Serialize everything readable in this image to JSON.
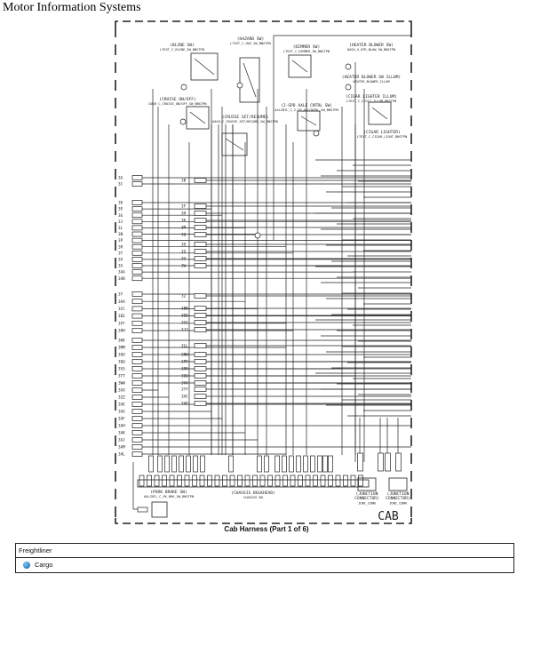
{
  "header": {
    "title": "Motor Information Systems"
  },
  "diagram": {
    "components": [
      {
        "name": "(BLINE SW)",
        "part": "LTEXT_C_BLINE_SW_BNSTPN"
      },
      {
        "name": "(HAZARD SW)",
        "part": "LTEXT_C_HAZ_SW_BNSTPN"
      },
      {
        "name": "(DIMMER SW)",
        "part": "LTEXT_C_DIMMER_SW_BNSTPN"
      },
      {
        "name": "(HEATER BLOWER SW)",
        "part": "DASH_U_HTR_BLOW_SW_BNSTPN"
      },
      {
        "name": "(HEATER BLOWER SW ILLUM)",
        "part": "HEATER_BLOWER_ILLUM"
      },
      {
        "name": "(CIGAR LIGHTER ILLUM)",
        "part": "LTEXT_C_CIGLT_ILLUM_BNSTPN"
      },
      {
        "name": "(CRUISE ON/OFF)",
        "part": "DASH_C_CRUISE_ON/OFF_SW_BNSTPN"
      },
      {
        "name": "(CRUISE SET/RESUME)",
        "part": "DASH_C_CRUISE_SET/RESUME_SW_BNSTPN"
      },
      {
        "name": "(2-SPD AXLE CNTRL SW)",
        "part": "AXLCNTL_C_2-SP_AXLCNTRL_SW_BNSTPN"
      },
      {
        "name": "(CIGAR LIGHTER)",
        "part": "LTEXT_C_CIGAR_LIGHT_BNSTPN"
      },
      {
        "name": "(PARK BRAKE SW)",
        "part": "AXLCNTL_C_PK_BRK_SW_BNSTPN"
      },
      {
        "name": "(CHASSIS BULKHEAD)",
        "part": "CHASSIS BH"
      },
      {
        "name": "(JUNCTION CONNECTOR)",
        "part": "JUNC_CONN"
      },
      {
        "name": "(JUNCTION CONNECTOR)",
        "part": "JUNC_CONN"
      }
    ],
    "region_label": "CAB",
    "left_pin_groups": [
      [
        "3A",
        "3C"
      ],
      [
        "3D",
        "3E",
        "3G",
        "3J",
        "3L",
        "3N",
        "3P",
        "3R",
        "3T",
        "3V",
        "3X",
        "3AA",
        "3AB"
      ],
      [
        "3Y",
        "3AA",
        "3CC",
        "3EE",
        "3FF",
        "3HH"
      ],
      [
        "3KK",
        "3MM",
        "3OO",
        "3QQ",
        "3SS",
        "3TT",
        "3WW",
        "3XX",
        "3ZZ",
        "3AE",
        "3AG",
        "3AF",
        "3AH",
        "3AK",
        "3AJ",
        "3AM",
        "3AL"
      ]
    ],
    "mid_pin_groups": [
      [
        "3B"
      ],
      [
        "3F",
        "3H",
        "3K",
        "3M",
        "3Q"
      ],
      [
        "3O",
        "3S",
        "3U",
        "3W"
      ],
      [
        "3Z"
      ],
      [
        "3BB",
        "3DD",
        "3GG",
        "3JJ"
      ],
      [
        "3LL"
      ],
      [
        "3NN",
        "3PP",
        "3RR",
        "3UU",
        "3VV"
      ],
      [
        "3YY",
        "3AC",
        "3AD"
      ]
    ]
  },
  "caption": "Cab Harness (Part 1 of 6)",
  "table": {
    "header": "Freightliner",
    "items": [
      {
        "label": "Cargo",
        "icon": "blue-bullet-icon"
      }
    ]
  },
  "colors": {
    "line": "#222222",
    "bullet": "#1a7cc8"
  }
}
